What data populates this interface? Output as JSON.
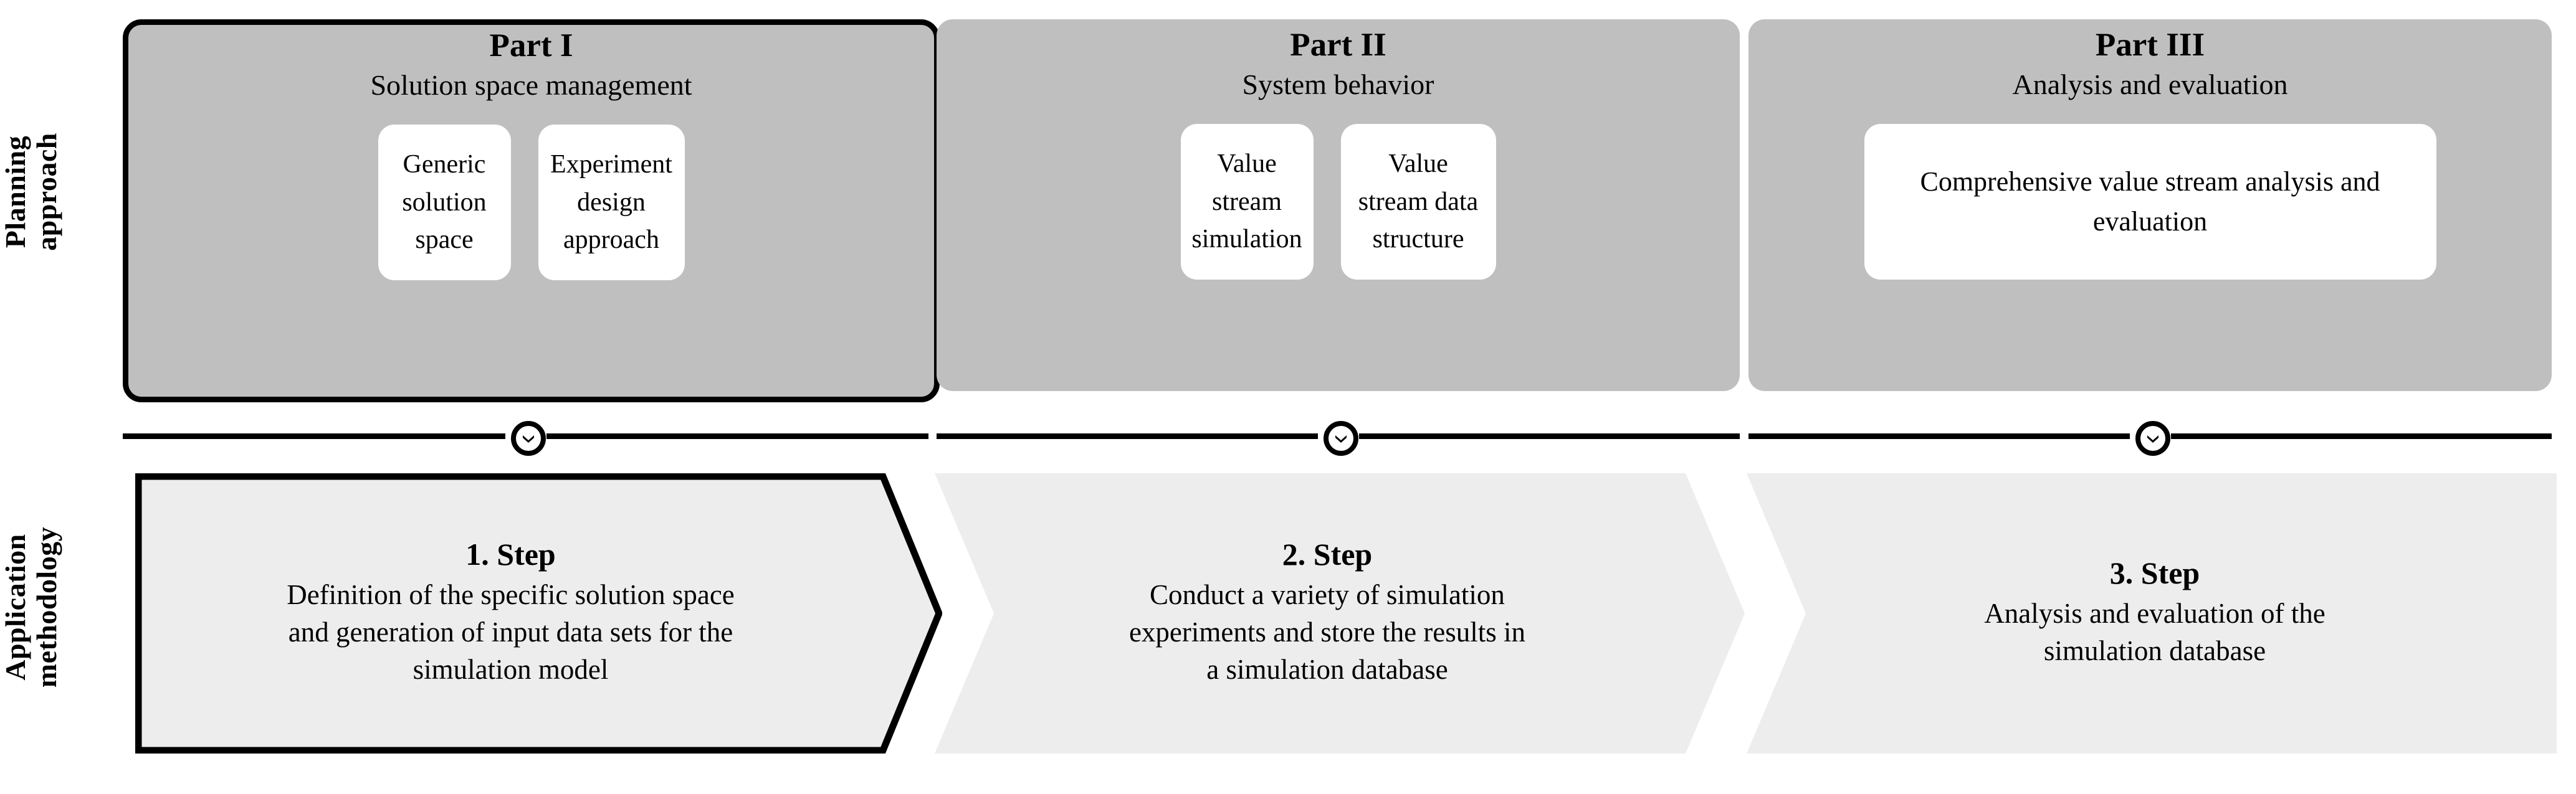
{
  "rows": [
    {
      "key": "planning",
      "label": "Planning\napproach"
    },
    {
      "key": "application",
      "label": "Application\nmethodology"
    }
  ],
  "colors": {
    "part_fill": "#BFBFBF",
    "subbox_fill": "#FFFFFF",
    "step_fill": "#EDEDED",
    "outline": "#000000",
    "page_background": "#FFFFFF"
  },
  "planning_approach": {
    "parts": [
      {
        "title": "Part I",
        "subtitle": "Solution space management",
        "highlighted": true,
        "subboxes": [
          {
            "label": "Generic\nsolution space"
          },
          {
            "label": "Experiment\ndesign\napproach"
          }
        ]
      },
      {
        "title": "Part II",
        "subtitle": "System behavior",
        "highlighted": false,
        "subboxes": [
          {
            "label": "Value stream\nsimulation"
          },
          {
            "label": "Value stream\ndata structure"
          }
        ]
      },
      {
        "title": "Part III",
        "subtitle": "Analysis and evaluation",
        "highlighted": false,
        "subboxes": [
          {
            "label": "Comprehensive value stream\nanalysis and evaluation"
          }
        ]
      }
    ]
  },
  "connectors": [
    {
      "icon": "chevron-down-icon"
    },
    {
      "icon": "chevron-down-icon"
    },
    {
      "icon": "chevron-down-icon"
    }
  ],
  "application_methodology": {
    "steps": [
      {
        "title": "1. Step",
        "body": "Definition of the specific solution space\nand generation of input data sets for the\nsimulation model",
        "highlighted": true
      },
      {
        "title": "2. Step",
        "body": "Conduct a variety of simulation\nexperiments and store the results in\na simulation database",
        "highlighted": false
      },
      {
        "title": "3. Step",
        "body": "Analysis and evaluation of the\nsimulation database",
        "highlighted": false
      }
    ]
  }
}
